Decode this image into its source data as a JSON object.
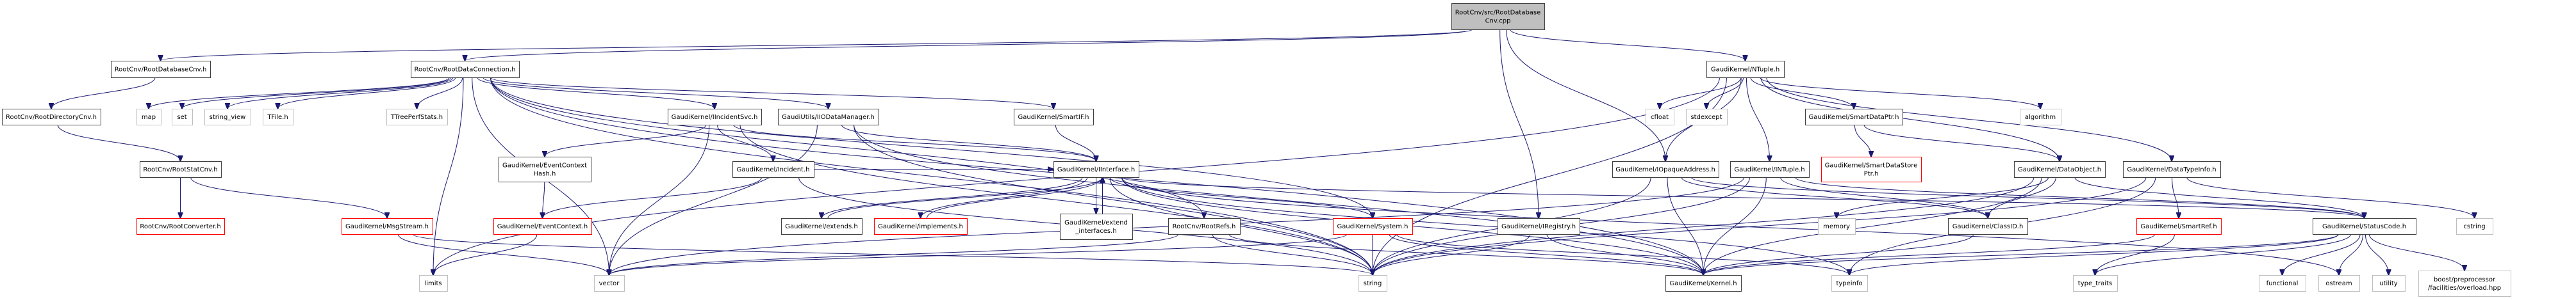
{
  "title": "RootCnv/src/RootDatabaseCnv.cpp include dependency graph",
  "colors": {
    "edge": "#191970",
    "root_fill": "#bfbfbf",
    "root_border": "#404040",
    "documented_border": "#404040",
    "truncated_border": "#ff0000",
    "external_border": "#bfbfbf"
  },
  "nodes": [
    {
      "id": "root",
      "label": [
        "RootCnv/src/RootDatabase",
        "Cnv.cpp"
      ],
      "kind": "root"
    },
    {
      "id": "rootdatabasecnv",
      "label": [
        "RootCnv/RootDatabaseCnv.h"
      ],
      "kind": "doc"
    },
    {
      "id": "rootdataconnection",
      "label": [
        "RootCnv/RootDataConnection.h"
      ],
      "kind": "doc"
    },
    {
      "id": "ntuple",
      "label": [
        "GaudiKernel/NTuple.h"
      ],
      "kind": "doc"
    },
    {
      "id": "rootdirectorycnv",
      "label": [
        "RootCnv/RootDirectoryCnv.h"
      ],
      "kind": "doc"
    },
    {
      "id": "map",
      "label": [
        "map"
      ],
      "kind": "ext"
    },
    {
      "id": "set",
      "label": [
        "set"
      ],
      "kind": "ext"
    },
    {
      "id": "string_view",
      "label": [
        "string_view"
      ],
      "kind": "ext"
    },
    {
      "id": "tfile",
      "label": [
        "TFile.h"
      ],
      "kind": "ext"
    },
    {
      "id": "ttreeperfstats",
      "label": [
        "TTreePerfStats.h"
      ],
      "kind": "ext"
    },
    {
      "id": "iincidentsvc",
      "label": [
        "GaudiKernel/IIncidentSvc.h"
      ],
      "kind": "doc"
    },
    {
      "id": "iiodatamanager",
      "label": [
        "GaudiUtils/IIODataManager.h"
      ],
      "kind": "doc"
    },
    {
      "id": "smartif",
      "label": [
        "GaudiKernel/SmartIF.h"
      ],
      "kind": "doc"
    },
    {
      "id": "cfloat",
      "label": [
        "cfloat"
      ],
      "kind": "ext"
    },
    {
      "id": "stdexcept",
      "label": [
        "stdexcept"
      ],
      "kind": "ext"
    },
    {
      "id": "smartdataptr",
      "label": [
        "GaudiKernel/SmartDataPtr.h"
      ],
      "kind": "doc"
    },
    {
      "id": "algorithm",
      "label": [
        "algorithm"
      ],
      "kind": "ext"
    },
    {
      "id": "rootstatcnv",
      "label": [
        "RootCnv/RootStatCnv.h"
      ],
      "kind": "doc"
    },
    {
      "id": "eventcontexthash",
      "label": [
        "GaudiKernel/EventContext",
        "Hash.h"
      ],
      "kind": "doc"
    },
    {
      "id": "incident",
      "label": [
        "GaudiKernel/Incident.h"
      ],
      "kind": "doc"
    },
    {
      "id": "iinterface",
      "label": [
        "GaudiKernel/IInterface.h"
      ],
      "kind": "doc"
    },
    {
      "id": "iopaqueaddress",
      "label": [
        "GaudiKernel/IOpaqueAddress.h"
      ],
      "kind": "doc"
    },
    {
      "id": "intuple",
      "label": [
        "GaudiKernel/INTuple.h"
      ],
      "kind": "doc"
    },
    {
      "id": "smartdatastoreptr",
      "label": [
        "GaudiKernel/SmartDataStore",
        "Ptr.h"
      ],
      "kind": "trunc"
    },
    {
      "id": "dataobject",
      "label": [
        "GaudiKernel/DataObject.h"
      ],
      "kind": "doc"
    },
    {
      "id": "datatypeinfo",
      "label": [
        "GaudiKernel/DataTypeInfo.h"
      ],
      "kind": "doc"
    },
    {
      "id": "rootconverter",
      "label": [
        "RootCnv/RootConverter.h"
      ],
      "kind": "trunc"
    },
    {
      "id": "msgstream",
      "label": [
        "GaudiKernel/MsgStream.h"
      ],
      "kind": "trunc"
    },
    {
      "id": "eventcontext",
      "label": [
        "GaudiKernel/EventContext.h"
      ],
      "kind": "trunc"
    },
    {
      "id": "extends",
      "label": [
        "GaudiKernel/extends.h"
      ],
      "kind": "doc"
    },
    {
      "id": "implements",
      "label": [
        "GaudiKernel/implements.h"
      ],
      "kind": "trunc"
    },
    {
      "id": "extend_interfaces",
      "label": [
        "GaudiKernel/extend",
        "_interfaces.h"
      ],
      "kind": "doc"
    },
    {
      "id": "rootrefs",
      "label": [
        "RootCnv/RootRefs.h"
      ],
      "kind": "doc"
    },
    {
      "id": "system",
      "label": [
        "GaudiKernel/System.h"
      ],
      "kind": "trunc"
    },
    {
      "id": "iregistry",
      "label": [
        "GaudiKernel/IRegistry.h"
      ],
      "kind": "doc"
    },
    {
      "id": "memory",
      "label": [
        "memory"
      ],
      "kind": "ext"
    },
    {
      "id": "classid",
      "label": [
        "GaudiKernel/ClassID.h"
      ],
      "kind": "doc"
    },
    {
      "id": "smartref",
      "label": [
        "GaudiKernel/SmartRef.h"
      ],
      "kind": "trunc"
    },
    {
      "id": "statuscode",
      "label": [
        "GaudiKernel/StatusCode.h"
      ],
      "kind": "doc"
    },
    {
      "id": "cstring",
      "label": [
        "cstring"
      ],
      "kind": "ext"
    },
    {
      "id": "limits",
      "label": [
        "limits"
      ],
      "kind": "ext"
    },
    {
      "id": "vector",
      "label": [
        "vector"
      ],
      "kind": "ext"
    },
    {
      "id": "string",
      "label": [
        "string"
      ],
      "kind": "ext"
    },
    {
      "id": "kernel",
      "label": [
        "GaudiKernel/Kernel.h"
      ],
      "kind": "doc"
    },
    {
      "id": "typeinfo",
      "label": [
        "typeinfo"
      ],
      "kind": "ext"
    },
    {
      "id": "type_traits",
      "label": [
        "type_traits"
      ],
      "kind": "ext"
    },
    {
      "id": "functional",
      "label": [
        "functional"
      ],
      "kind": "ext"
    },
    {
      "id": "ostream",
      "label": [
        "ostream"
      ],
      "kind": "ext"
    },
    {
      "id": "utility",
      "label": [
        "utility"
      ],
      "kind": "ext"
    },
    {
      "id": "boost_overload",
      "label": [
        "boost/preprocessor",
        "/facilities/overload.hpp"
      ],
      "kind": "ext"
    }
  ],
  "edges": [
    [
      "root",
      "rootdatabasecnv"
    ],
    [
      "root",
      "rootdataconnection"
    ],
    [
      "root",
      "ntuple"
    ],
    [
      "root",
      "iopaqueaddress"
    ],
    [
      "root",
      "iregistry"
    ],
    [
      "rootdatabasecnv",
      "rootdirectorycnv"
    ],
    [
      "rootdirectorycnv",
      "rootstatcnv"
    ],
    [
      "rootstatcnv",
      "rootconverter"
    ],
    [
      "rootstatcnv",
      "msgstream"
    ],
    [
      "rootdataconnection",
      "map"
    ],
    [
      "rootdataconnection",
      "set"
    ],
    [
      "rootdataconnection",
      "string_view"
    ],
    [
      "rootdataconnection",
      "tfile"
    ],
    [
      "rootdataconnection",
      "ttreeperfstats"
    ],
    [
      "rootdataconnection",
      "vector"
    ],
    [
      "rootdataconnection",
      "limits"
    ],
    [
      "rootdataconnection",
      "iincidentsvc"
    ],
    [
      "rootdataconnection",
      "iiodatamanager"
    ],
    [
      "rootdataconnection",
      "smartif"
    ],
    [
      "rootdataconnection",
      "rootrefs"
    ],
    [
      "rootdataconnection",
      "string"
    ],
    [
      "rootdataconnection",
      "kernel"
    ],
    [
      "rootdataconnection",
      "system"
    ],
    [
      "iincidentsvc",
      "eventcontexthash"
    ],
    [
      "iincidentsvc",
      "incident"
    ],
    [
      "iincidentsvc",
      "iinterface"
    ],
    [
      "iincidentsvc",
      "vector"
    ],
    [
      "iincidentsvc",
      "string"
    ],
    [
      "eventcontexthash",
      "eventcontext"
    ],
    [
      "incident",
      "eventcontext"
    ],
    [
      "incident",
      "string"
    ],
    [
      "incident",
      "iinterface"
    ],
    [
      "eventcontext",
      "limits"
    ],
    [
      "msgstream",
      "vector"
    ],
    [
      "msgstream",
      "string"
    ],
    [
      "iiodatamanager",
      "iinterface"
    ],
    [
      "iiodatamanager",
      "vector"
    ],
    [
      "iiodatamanager",
      "string"
    ],
    [
      "iiodatamanager",
      "kernel"
    ],
    [
      "smartif",
      "iinterface"
    ],
    [
      "iinterface",
      "extends"
    ],
    [
      "iinterface",
      "implements"
    ],
    [
      "iinterface",
      "extend_interfaces"
    ],
    [
      "iinterface",
      "system"
    ],
    [
      "iinterface",
      "kernel"
    ],
    [
      "iinterface",
      "statuscode"
    ],
    [
      "iinterface",
      "string"
    ],
    [
      "iinterface",
      "typeinfo"
    ],
    [
      "iinterface",
      "ostream"
    ],
    [
      "extends",
      "iinterface"
    ],
    [
      "implements",
      "iinterface"
    ],
    [
      "extend_interfaces",
      "iinterface"
    ],
    [
      "rootrefs",
      "string"
    ],
    [
      "rootrefs",
      "vector"
    ],
    [
      "rootrefs",
      "kernel"
    ],
    [
      "system",
      "string"
    ],
    [
      "system",
      "vector"
    ],
    [
      "system",
      "kernel"
    ],
    [
      "system",
      "typeinfo"
    ],
    [
      "ntuple",
      "cfloat"
    ],
    [
      "ntuple",
      "stdexcept"
    ],
    [
      "ntuple",
      "iopaqueaddress"
    ],
    [
      "ntuple",
      "intuple"
    ],
    [
      "ntuple",
      "smartdataptr"
    ],
    [
      "ntuple",
      "algorithm"
    ],
    [
      "ntuple",
      "dataobject"
    ],
    [
      "ntuple",
      "datatypeinfo"
    ],
    [
      "ntuple",
      "string"
    ],
    [
      "ntuple",
      "limits"
    ],
    [
      "smartdataptr",
      "smartdatastoreptr"
    ],
    [
      "smartdataptr",
      "dataobject"
    ],
    [
      "iopaqueaddress",
      "string"
    ],
    [
      "iopaqueaddress",
      "kernel"
    ],
    [
      "iopaqueaddress",
      "classid"
    ],
    [
      "iopaqueaddress",
      "statuscode"
    ],
    [
      "intuple",
      "string"
    ],
    [
      "intuple",
      "kernel"
    ],
    [
      "intuple",
      "classid"
    ],
    [
      "intuple",
      "statuscode"
    ],
    [
      "intuple",
      "vector"
    ],
    [
      "iregistry",
      "string"
    ],
    [
      "iregistry",
      "kernel"
    ],
    [
      "dataobject",
      "memory"
    ],
    [
      "dataobject",
      "classid"
    ],
    [
      "dataobject",
      "statuscode"
    ],
    [
      "dataobject",
      "string"
    ],
    [
      "dataobject",
      "kernel"
    ],
    [
      "datatypeinfo",
      "smartref"
    ],
    [
      "datatypeinfo",
      "cstring"
    ],
    [
      "datatypeinfo",
      "string"
    ],
    [
      "datatypeinfo",
      "typeinfo"
    ],
    [
      "smartref",
      "type_traits"
    ],
    [
      "smartref",
      "kernel"
    ],
    [
      "classid",
      "kernel"
    ],
    [
      "statuscode",
      "functional"
    ],
    [
      "statuscode",
      "ostream"
    ],
    [
      "statuscode",
      "utility"
    ],
    [
      "statuscode",
      "boost_overload"
    ],
    [
      "statuscode",
      "kernel"
    ],
    [
      "statuscode",
      "typeinfo"
    ],
    [
      "statuscode",
      "type_traits"
    ]
  ]
}
